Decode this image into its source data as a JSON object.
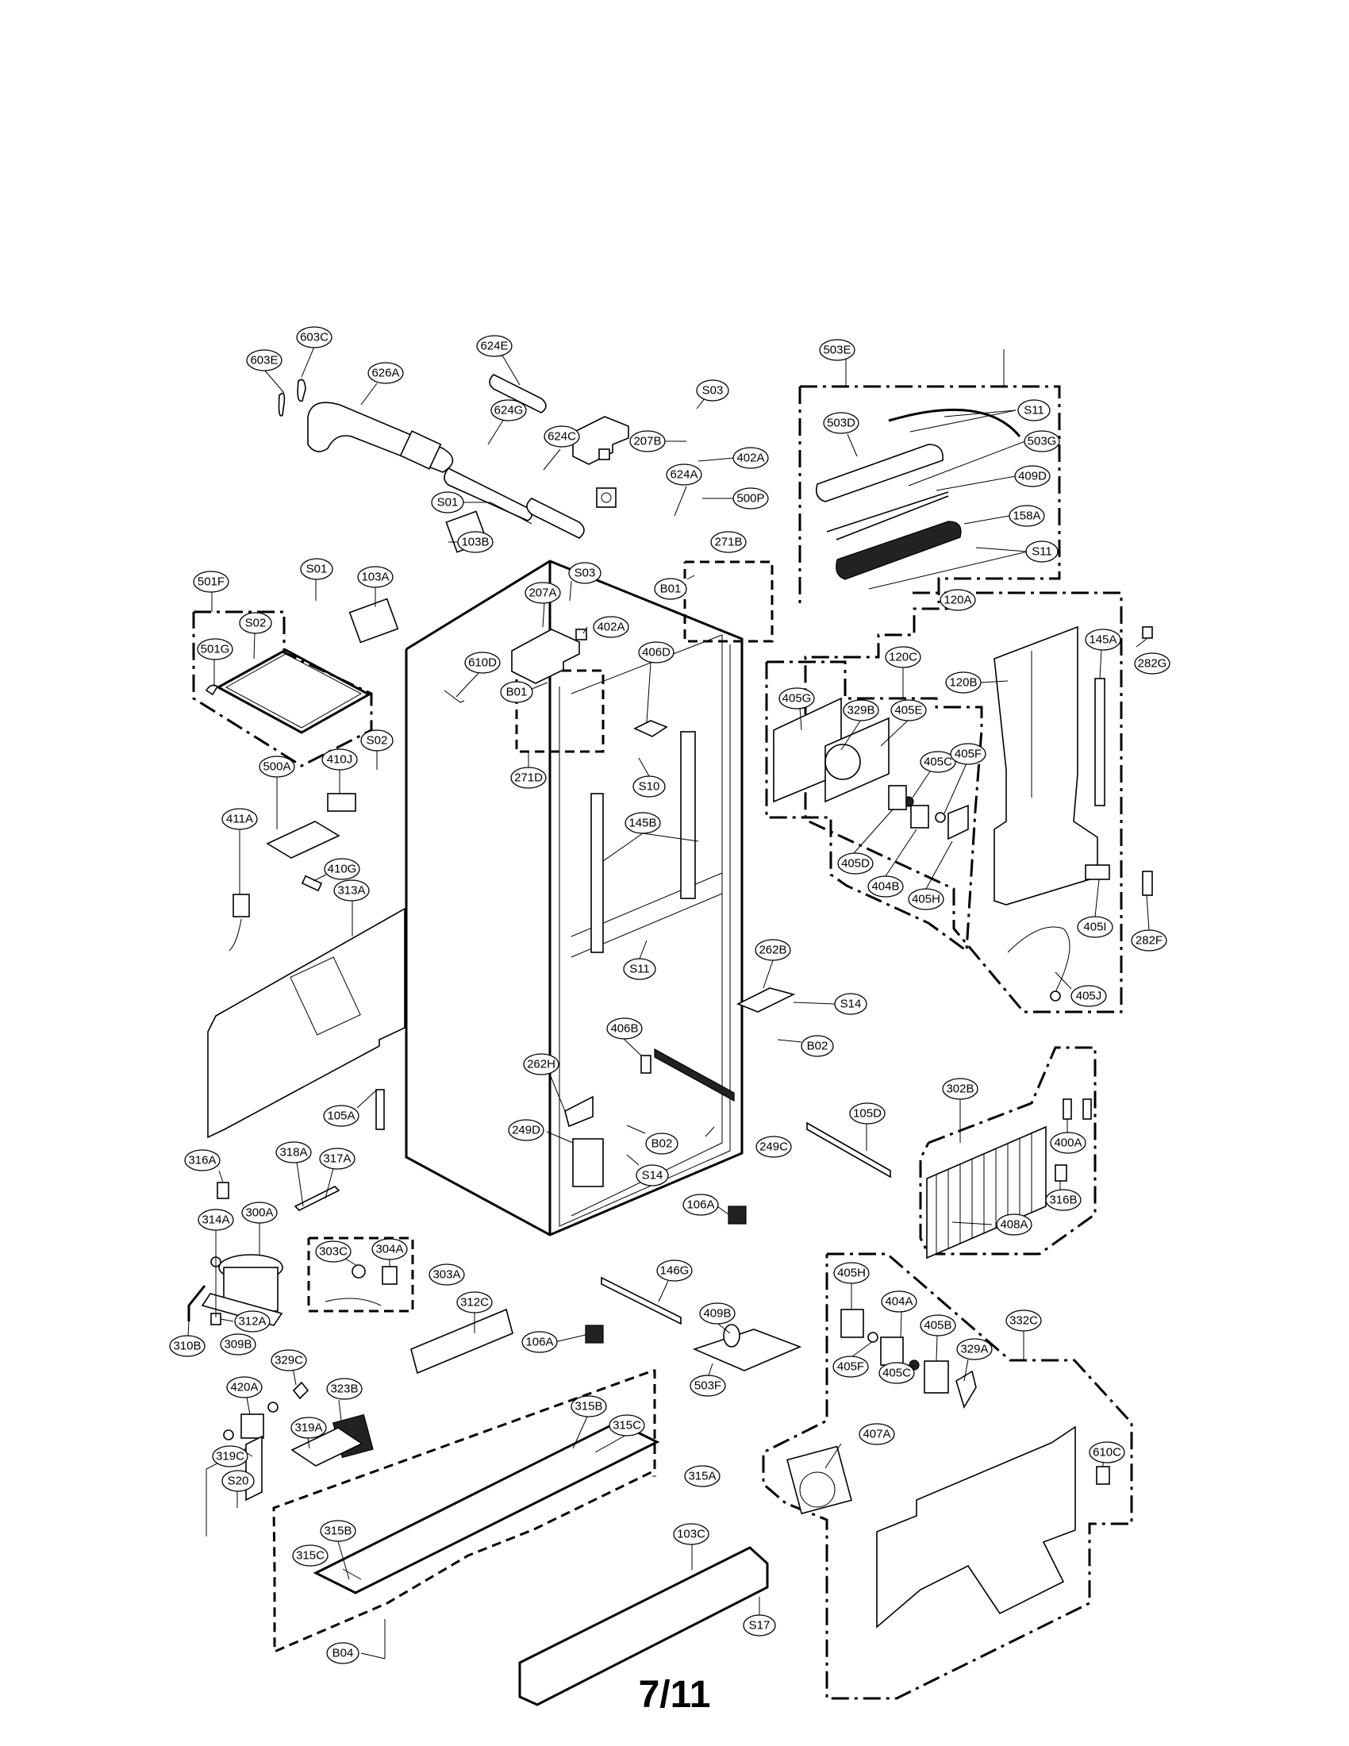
{
  "document": {
    "type": "exploded parts diagram",
    "page_number": "7/11"
  },
  "callouts": [
    {
      "id": "603E",
      "label": "603E"
    },
    {
      "id": "603C",
      "label": "603C"
    },
    {
      "id": "626A",
      "label": "626A"
    },
    {
      "id": "624E",
      "label": "624E"
    },
    {
      "id": "624G",
      "label": "624G"
    },
    {
      "id": "624C",
      "label": "624C"
    },
    {
      "id": "S03-top",
      "label": "S03"
    },
    {
      "id": "207B",
      "label": "207B"
    },
    {
      "id": "402A-top",
      "label": "402A"
    },
    {
      "id": "624A",
      "label": "624A"
    },
    {
      "id": "500P",
      "label": "500P"
    },
    {
      "id": "S01-top",
      "label": "S01"
    },
    {
      "id": "103B",
      "label": "103B"
    },
    {
      "id": "271B",
      "label": "271B"
    },
    {
      "id": "503E",
      "label": "503E"
    },
    {
      "id": "503D",
      "label": "503D"
    },
    {
      "id": "S11-a",
      "label": "S11"
    },
    {
      "id": "503G",
      "label": "503G"
    },
    {
      "id": "409D",
      "label": "409D"
    },
    {
      "id": "158A",
      "label": "158A"
    },
    {
      "id": "S11-b",
      "label": "S11"
    },
    {
      "id": "501F",
      "label": "501F"
    },
    {
      "id": "S01-mid",
      "label": "S01"
    },
    {
      "id": "103A",
      "label": "103A"
    },
    {
      "id": "S03-mid",
      "label": "S03"
    },
    {
      "id": "207A",
      "label": "207A"
    },
    {
      "id": "402A-mid",
      "label": "402A"
    },
    {
      "id": "B01-right",
      "label": "B01"
    },
    {
      "id": "S02-a",
      "label": "S02"
    },
    {
      "id": "501G",
      "label": "501G"
    },
    {
      "id": "610D",
      "label": "610D"
    },
    {
      "id": "B01-left",
      "label": "B01"
    },
    {
      "id": "406D",
      "label": "406D"
    },
    {
      "id": "120A",
      "label": "120A"
    },
    {
      "id": "120C",
      "label": "120C"
    },
    {
      "id": "405G",
      "label": "405G"
    },
    {
      "id": "329B",
      "label": "329B"
    },
    {
      "id": "405E",
      "label": "405E"
    },
    {
      "id": "120B",
      "label": "120B"
    },
    {
      "id": "145A",
      "label": "145A"
    },
    {
      "id": "282G",
      "label": "282G"
    },
    {
      "id": "S02-b",
      "label": "S02"
    },
    {
      "id": "410J",
      "label": "410J"
    },
    {
      "id": "271D",
      "label": "271D"
    },
    {
      "id": "S10",
      "label": "S10"
    },
    {
      "id": "405C-top",
      "label": "405C"
    },
    {
      "id": "405F-top",
      "label": "405F"
    },
    {
      "id": "500A",
      "label": "500A"
    },
    {
      "id": "411A",
      "label": "411A"
    },
    {
      "id": "145B",
      "label": "145B"
    },
    {
      "id": "405D",
      "label": "405D"
    },
    {
      "id": "404B",
      "label": "404B"
    },
    {
      "id": "405H-top",
      "label": "405H"
    },
    {
      "id": "410G",
      "label": "410G"
    },
    {
      "id": "313A",
      "label": "313A"
    },
    {
      "id": "405I",
      "label": "405I"
    },
    {
      "id": "282F",
      "label": "282F"
    },
    {
      "id": "S11-c",
      "label": "S11"
    },
    {
      "id": "262B",
      "label": "262B"
    },
    {
      "id": "405J",
      "label": "405J"
    },
    {
      "id": "S14-a",
      "label": "S14"
    },
    {
      "id": "406B",
      "label": "406B"
    },
    {
      "id": "B02-a",
      "label": "B02"
    },
    {
      "id": "262H",
      "label": "262H"
    },
    {
      "id": "302B",
      "label": "302B"
    },
    {
      "id": "105A",
      "label": "105A"
    },
    {
      "id": "105D",
      "label": "105D"
    },
    {
      "id": "400A",
      "label": "400A"
    },
    {
      "id": "249D",
      "label": "249D"
    },
    {
      "id": "B02-b",
      "label": "B02"
    },
    {
      "id": "249C",
      "label": "249C"
    },
    {
      "id": "318A",
      "label": "318A"
    },
    {
      "id": "317A",
      "label": "317A"
    },
    {
      "id": "316A",
      "label": "316A"
    },
    {
      "id": "S14-b",
      "label": "S14"
    },
    {
      "id": "106A-a",
      "label": "106A"
    },
    {
      "id": "316B",
      "label": "316B"
    },
    {
      "id": "408A",
      "label": "408A"
    },
    {
      "id": "314A",
      "label": "314A"
    },
    {
      "id": "300A",
      "label": "300A"
    },
    {
      "id": "303C",
      "label": "303C"
    },
    {
      "id": "304A",
      "label": "304A"
    },
    {
      "id": "303A",
      "label": "303A"
    },
    {
      "id": "146G",
      "label": "146G"
    },
    {
      "id": "405H-bot",
      "label": "405H"
    },
    {
      "id": "312A",
      "label": "312A"
    },
    {
      "id": "312C",
      "label": "312C"
    },
    {
      "id": "409B",
      "label": "409B"
    },
    {
      "id": "404A",
      "label": "404A"
    },
    {
      "id": "310B",
      "label": "310B"
    },
    {
      "id": "106A-b",
      "label": "106A"
    },
    {
      "id": "503F",
      "label": "503F"
    },
    {
      "id": "405B",
      "label": "405B"
    },
    {
      "id": "332C",
      "label": "332C"
    },
    {
      "id": "309B",
      "label": "309B"
    },
    {
      "id": "329C",
      "label": "329C"
    },
    {
      "id": "405F-bot",
      "label": "405F"
    },
    {
      "id": "405C-bot",
      "label": "405C"
    },
    {
      "id": "329A",
      "label": "329A"
    },
    {
      "id": "420A",
      "label": "420A"
    },
    {
      "id": "323B",
      "label": "323B"
    },
    {
      "id": "315B-a",
      "label": "315B"
    },
    {
      "id": "315C-a",
      "label": "315C"
    },
    {
      "id": "319A",
      "label": "319A"
    },
    {
      "id": "407A",
      "label": "407A"
    },
    {
      "id": "315A",
      "label": "315A"
    },
    {
      "id": "319C",
      "label": "319C"
    },
    {
      "id": "610C",
      "label": "610C"
    },
    {
      "id": "S20",
      "label": "S20"
    },
    {
      "id": "103C",
      "label": "103C"
    },
    {
      "id": "315B-b",
      "label": "315B"
    },
    {
      "id": "315C-b",
      "label": "315C"
    },
    {
      "id": "S17",
      "label": "S17"
    },
    {
      "id": "B04",
      "label": "B04"
    }
  ]
}
